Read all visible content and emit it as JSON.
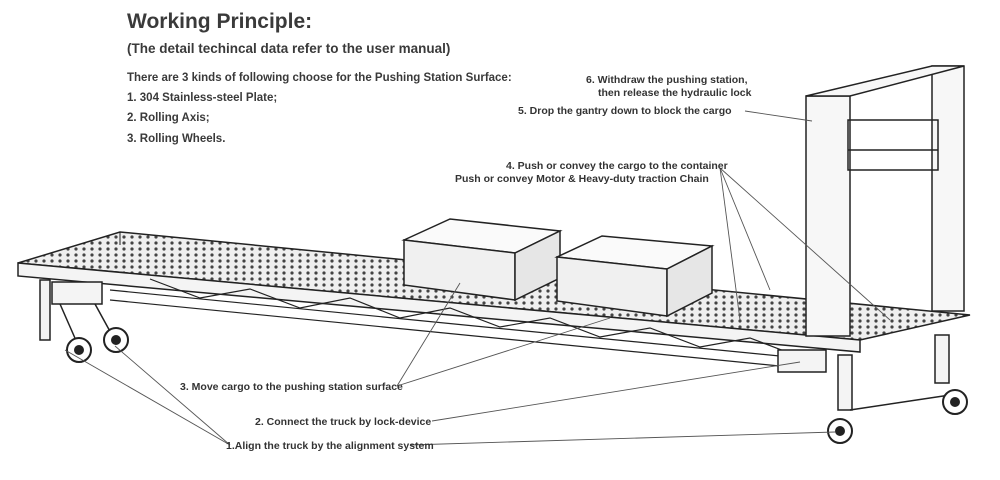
{
  "heading": {
    "title": "Working Principle:",
    "subtitle": "(The detail techincal data refer to the user manual)"
  },
  "surface_options": {
    "intro": "There are 3 kinds of following choose for the Pushing Station Surface:",
    "items": [
      "1. 304 Stainless-steel Plate;",
      "2. Rolling Axis;",
      "3. Rolling Wheels."
    ]
  },
  "steps": {
    "step6_line1": "6. Withdraw the pushing station,",
    "step6_line2": "then release the hydraulic lock",
    "step5": "5. Drop the gantry down to block the cargo",
    "step4_line1": "4. Push or convey the cargo to the container",
    "step4_line2": "Push or convey Motor & Heavy-duty traction Chain",
    "step3": "3. Move cargo to the pushing station surface",
    "step2": "2. Connect the truck by lock-device",
    "step1": "1.Align the truck by the alignment system"
  },
  "colors": {
    "line": "#2a2a2a",
    "text": "#333333",
    "fill": "#f4f4f4"
  }
}
